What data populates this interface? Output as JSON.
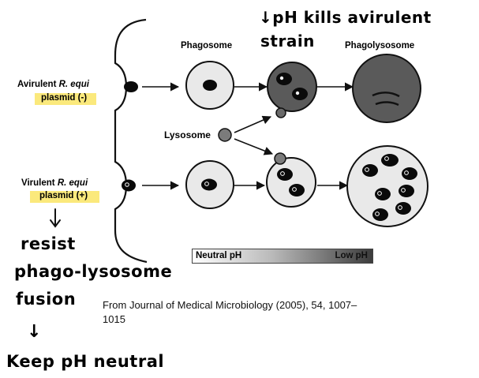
{
  "labels": {
    "phagosome": "Phagosome",
    "phagolysosome": "Phagolysosome",
    "lysosome": "Lysosome",
    "avirulent_prefix": "Avirulent ",
    "avirulent_species": "R. equi",
    "avirulent_plasmid": "plasmid (-)",
    "virulent_prefix": "Virulent ",
    "virulent_species": "R. equi",
    "virulent_plasmid": "plasmid (+)",
    "ph_neutral": "Neutral pH",
    "ph_low": "Low pH"
  },
  "annotations": {
    "ph_kills_line1": "↓pH kills avirulent",
    "ph_kills_line2": "strain",
    "resist_line1": "resist",
    "resist_line2": "phago-lysosome",
    "resist_line3": "fusion",
    "arrow_down": "↓",
    "keep_ph": "Keep pH neutral"
  },
  "source": {
    "line1": "From Journal of Medical Microbiology (2005), 54, 1007–",
    "line2": "1015"
  },
  "colors": {
    "highlight": "#fbe97c",
    "cell_fill": "#e9e9e9",
    "acidic_fill": "#5a5a5a",
    "bacterium": "#0a0a0a"
  }
}
